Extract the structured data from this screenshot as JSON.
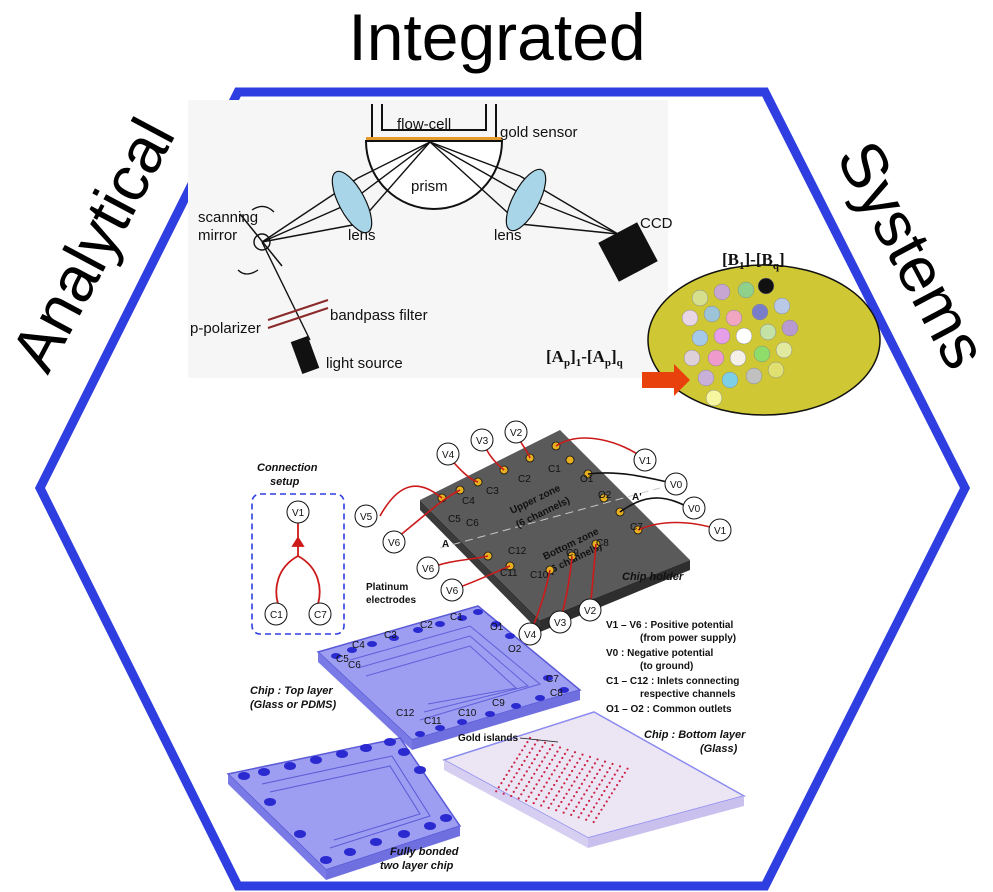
{
  "titles": {
    "top": "Integrated",
    "left": "Analytical",
    "right": "Systems"
  },
  "spr": {
    "flow_cell": "flow-cell",
    "gold_sensor": "gold sensor",
    "prism": "prism",
    "scanning_mirror_1": "scanning",
    "scanning_mirror_2": "mirror",
    "lens_left": "lens",
    "lens_right": "lens",
    "ccd": "CCD",
    "p_polarizer": "p-polarizer",
    "bandpass_filter": "bandpass filter",
    "light_source": "light source"
  },
  "array": {
    "top_label": "[B1]-[Bq]",
    "left_label": "[Ap]1-[Ap]q",
    "arrow_color": "#e8410c",
    "plate_color": "#cfc834",
    "spot_colors": [
      "#d6e08c",
      "#c7a6d2",
      "#8fd18a",
      "#111111",
      "#e8d6e6",
      "#9cc3d8",
      "#f0a6c0",
      "#7a7ec8",
      "#b8c8e6",
      "#a5c9e9",
      "#e69ee8",
      "#ffffff",
      "#c5e2a6",
      "#b99ad0",
      "#ded0d8",
      "#ef9acc",
      "#f4f0e8",
      "#8edc6a",
      "#e2eaa0",
      "#c9b0d9",
      "#7dcfe6",
      "#c0c0c0",
      "#e0e070",
      "#f6f6a0"
    ]
  },
  "chip": {
    "connection_setup_1": "Connection",
    "connection_setup_2": "setup",
    "chip_holder": "Chip holder",
    "upper_zone_1": "Upper zone",
    "upper_zone_2": "(6 channels)",
    "bottom_zone_1": "Bottom zone",
    "bottom_zone_2": "(6 channels)",
    "platinum_1": "Platinum",
    "platinum_2": "electrodes",
    "top_layer_1": "Chip : Top layer",
    "top_layer_2": "(Glass or PDMS)",
    "bottom_layer_1": "Chip : Bottom layer",
    "bottom_layer_2": "(Glass)",
    "gold_islands": "Gold islands",
    "bonded_1": "Fully bonded",
    "bonded_2": "two layer chip",
    "A": "A",
    "A_prime": "A'",
    "legend": [
      "V1 – V6 : Positive potential",
      "(from power supply)",
      "V0   : Negative potential",
      "(to ground)",
      "C1 – C12 : Inlets connecting",
      "respective channels",
      "O1 – O2 : Common outlets"
    ],
    "v_labels": [
      "V1",
      "V2",
      "V3",
      "V4",
      "V5",
      "V6",
      "V0",
      "V0",
      "V1",
      "V6",
      "V6",
      "V4",
      "V3",
      "V2",
      "V1"
    ],
    "c_labels": [
      "C1",
      "C2",
      "C3",
      "C4",
      "C5",
      "C6",
      "C7",
      "C8",
      "C9",
      "C10",
      "C11",
      "C12",
      "O1",
      "O2"
    ],
    "setup_nodes": [
      "V1",
      "C1",
      "C7"
    ]
  },
  "colors": {
    "hexagon": "#2f3ee0",
    "chip_blue": "#8c8cf0",
    "wire": "#cc1a1a"
  }
}
